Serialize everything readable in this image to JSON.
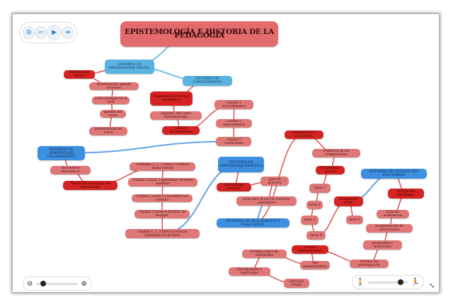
{
  "toolbar": {
    "buttons": [
      {
        "name": "overview-button",
        "icon": "map-overview-icon",
        "glyph": "⧉"
      },
      {
        "name": "back-button",
        "icon": "arrow-left-icon",
        "glyph": "⇦"
      },
      {
        "name": "play-button",
        "icon": "play-icon",
        "glyph": "▶"
      },
      {
        "name": "forward-button",
        "icon": "arrow-right-icon",
        "glyph": "➜"
      }
    ]
  },
  "zoom_control": {
    "zoom_out_glyph": "⊖",
    "zoom_in_glyph": "⊕",
    "level": 0.1
  },
  "speed_control": {
    "slow_glyph": "🚶",
    "fast_glyph": "🏃",
    "level": 0.75
  },
  "colors": {
    "root": "#e36b6e",
    "blue_light": "#5ab4e2",
    "blue": "#3d8fe0",
    "red": "#d42322",
    "pink": "#e07777"
  },
  "mindmap": {
    "nodes": [
      {
        "id": "root",
        "label": "EPISTEMOLOGÍA E HISTORIA DE LA PEDAGOGÍA",
        "kind": "root"
      },
      {
        "id": "info",
        "label": "ENTORNO DE INFORMACIÓN INICIAL",
        "kind": "blue1"
      },
      {
        "id": "info1",
        "label": "Información inicial",
        "kind": "red"
      },
      {
        "id": "info1a",
        "label": "presentación agenda acuerdos",
        "kind": "pink"
      },
      {
        "id": "info1b",
        "label": "como navegar en el aula",
        "kind": "pink"
      },
      {
        "id": "info1c",
        "label": "agenda del curso",
        "kind": "pink"
      },
      {
        "id": "info1d",
        "label": "presentación del curso",
        "kind": "pink"
      },
      {
        "id": "con",
        "label": "ENTORNO DE CONOCIMIENTO",
        "kind": "blue1"
      },
      {
        "id": "con1",
        "label": "Esquema de recursos académicos",
        "kind": "red"
      },
      {
        "id": "con1a",
        "label": "syllabus, del curso Epistemología",
        "kind": "pink"
      },
      {
        "id": "con2",
        "label": "fuentes documentales",
        "kind": "red"
      },
      {
        "id": "con2a",
        "label": "Unidad 1 conocimientos",
        "kind": "pink"
      },
      {
        "id": "con2b",
        "label": "Unidad 2 antecedentes",
        "kind": "pink"
      },
      {
        "id": "con2c",
        "label": "Unidad 3 condiciones",
        "kind": "pink"
      },
      {
        "id": "col",
        "label": "ENTORNO DE APRENDIZAJE COLABORATIVO",
        "kind": "blue2"
      },
      {
        "id": "col1",
        "label": "encuentros sincrónicos",
        "kind": "pink"
      },
      {
        "id": "col2",
        "label": "Desarrollo estrategia de aprendizaje",
        "kind": "red"
      },
      {
        "id": "col2a",
        "label": "Unidades 1, 2, 3 tarea 1 realizar mapa mental",
        "kind": "pink"
      },
      {
        "id": "col2b",
        "label": "Unidad 2 tarea 2 presentar resumen analítico",
        "kind": "pink"
      },
      {
        "id": "col2c",
        "label": "Unidad 2 tarea 3 consolidar los eventos",
        "kind": "pink"
      },
      {
        "id": "col2d",
        "label": "Unidad 3 tarea 4 diseñar un blogger",
        "kind": "pink"
      },
      {
        "id": "col2e",
        "label": "Unidad 1, 2, 3 tarea 5 realizar presentacion en línea",
        "kind": "pink"
      },
      {
        "id": "pra",
        "label": "ENTORNO DE APRENDIZAJE PRACTICA",
        "kind": "blue2"
      },
      {
        "id": "pra1",
        "label": "Aprendizaje práctico",
        "kind": "red"
      },
      {
        "id": "pra1a",
        "label": "guía de practica",
        "kind": "pink"
      },
      {
        "id": "pra1b",
        "label": "guía para el uso de recursos educativos",
        "kind": "pink"
      },
      {
        "id": "seg",
        "label": "ENTORNO DE SEGUIMIENTO Y EVALUACION",
        "kind": "blue2"
      },
      {
        "id": "seg1",
        "label": "Seguimiento y evaluación",
        "kind": "red"
      },
      {
        "id": "seg1a",
        "label": "evidencia de las competencias",
        "kind": "pink"
      },
      {
        "id": "ei",
        "label": "Evaluación inicial",
        "kind": "red"
      },
      {
        "id": "t1",
        "label": "tarea 1",
        "kind": "pink"
      },
      {
        "id": "t2",
        "label": "tarea 2",
        "kind": "pink"
      },
      {
        "id": "t3",
        "label": "tarea 3",
        "kind": "pink"
      },
      {
        "id": "t4",
        "label": "tarea 4",
        "kind": "pink"
      },
      {
        "id": "ef",
        "label": "Evaluación Final",
        "kind": "red"
      },
      {
        "id": "t5",
        "label": "tarea 5",
        "kind": "pink"
      },
      {
        "id": "ges",
        "label": "ENTORNO DE GESTIÓN DEL ESTUDIANTE",
        "kind": "blue2"
      },
      {
        "id": "ges1",
        "label": "Gestión del estudiante",
        "kind": "red"
      },
      {
        "id": "ges1a",
        "label": "noticias académicas",
        "kind": "pink"
      },
      {
        "id": "ges1b",
        "label": "programación de laboratorios",
        "kind": "pink"
      },
      {
        "id": "ges1c",
        "label": "programas y matrículas",
        "kind": "pink"
      },
      {
        "id": "ges1d",
        "label": "sistema de investigación",
        "kind": "pink"
      },
      {
        "id": "adm",
        "label": "Gestión Administrativa",
        "kind": "red"
      },
      {
        "id": "adm1",
        "label": "formato único de solicitudes",
        "kind": "pink"
      },
      {
        "id": "adm2",
        "label": "red administrativa",
        "kind": "pink"
      },
      {
        "id": "adm3",
        "label": "Inscripciones y matrículas",
        "kind": "pink"
      },
      {
        "id": "adm4",
        "label": "servicios UNAD",
        "kind": "pink"
      }
    ],
    "edges": [
      [
        "root",
        "info"
      ],
      [
        "info",
        "con"
      ],
      [
        "info",
        "info1"
      ],
      [
        "info1",
        "info1a"
      ],
      [
        "info1a",
        "info1b"
      ],
      [
        "info1b",
        "info1c"
      ],
      [
        "info1c",
        "info1d"
      ],
      [
        "con",
        "con1"
      ],
      [
        "con1",
        "con1a"
      ],
      [
        "con1a",
        "con2"
      ],
      [
        "con2",
        "con2a"
      ],
      [
        "con2a",
        "con2b"
      ],
      [
        "con2b",
        "con2c"
      ],
      [
        "con2c",
        "col"
      ],
      [
        "col",
        "col1"
      ],
      [
        "col1",
        "col2"
      ],
      [
        "col2",
        "col2a"
      ],
      [
        "col2a",
        "col2b"
      ],
      [
        "col2b",
        "col2c"
      ],
      [
        "col2c",
        "col2d"
      ],
      [
        "col2d",
        "col2e"
      ],
      [
        "col2e",
        "pra"
      ],
      [
        "pra",
        "pra1"
      ],
      [
        "pra1",
        "pra1a"
      ],
      [
        "pra1a",
        "pra1b"
      ],
      [
        "pra1b",
        "seg"
      ],
      [
        "seg",
        "seg1"
      ],
      [
        "seg1",
        "seg1a"
      ],
      [
        "seg1a",
        "ei"
      ],
      [
        "ei",
        "t1"
      ],
      [
        "t1",
        "t2"
      ],
      [
        "t2",
        "t3"
      ],
      [
        "t3",
        "t4"
      ],
      [
        "t4",
        "ef"
      ],
      [
        "ef",
        "t5"
      ],
      [
        "ef",
        "ges"
      ],
      [
        "ges",
        "ges1"
      ],
      [
        "ges1",
        "ges1a"
      ],
      [
        "ges1a",
        "ges1b"
      ],
      [
        "ges1b",
        "ges1c"
      ],
      [
        "ges1c",
        "ges1d"
      ],
      [
        "ges1d",
        "adm"
      ],
      [
        "adm",
        "adm2"
      ],
      [
        "adm2",
        "adm1"
      ],
      [
        "adm1",
        "adm3"
      ],
      [
        "adm3",
        "adm4"
      ]
    ]
  }
}
